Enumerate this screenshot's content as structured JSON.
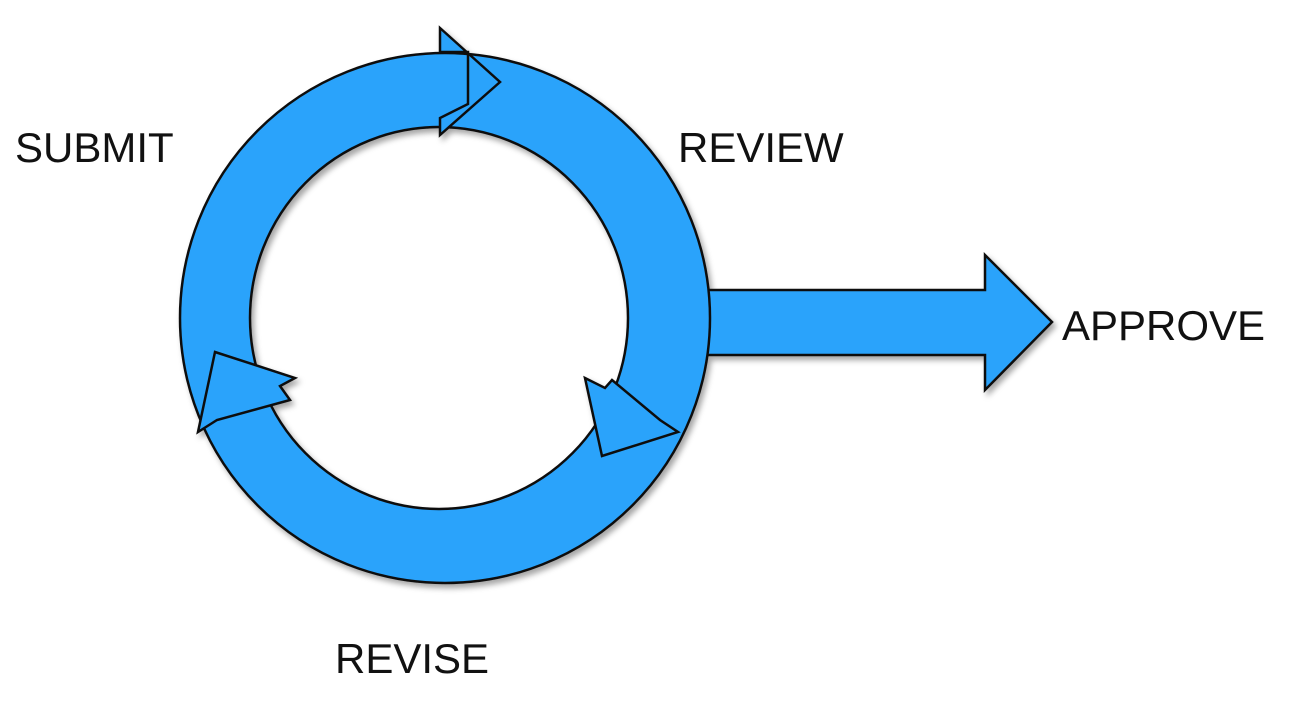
{
  "diagram": {
    "labels": {
      "submit": "SUBMIT",
      "review": "REVIEW",
      "revise": "REVISE",
      "approve": "APPROVE"
    },
    "colors": {
      "arrow_fill": "#2aa3fb",
      "outline": "#111111"
    }
  }
}
